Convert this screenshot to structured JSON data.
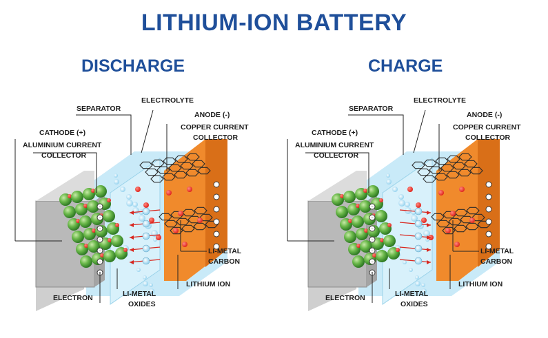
{
  "title": "LITHIUM-ION BATTERY",
  "panels": [
    {
      "heading": "DISCHARGE",
      "labels": {
        "separator": "SEPARATOR",
        "electrolyte": "ELECTROLYTE",
        "anode": "ANODE (-)",
        "copper_collector_1": "COPPER CURRENT",
        "copper_collector_2": "COLLECTOR",
        "cathode": "CATHODE (+)",
        "aluminium_collector_1": "ALUMINIUM CURRENT",
        "aluminium_collector_2": "COLLECTOR",
        "li_metal_carbon_1": "LI-METAL",
        "li_metal_carbon_2": "CARBON",
        "lithium_ion": "LITHIUM ION",
        "electron": "ELECTRON",
        "li_metal_oxides_1": "LI-METAL",
        "li_metal_oxides_2": "OXIDES"
      }
    },
    {
      "heading": "CHARGE",
      "labels": {
        "separator": "SEPARATOR",
        "electrolyte": "ELECTROLYTE",
        "anode": "ANODE (-)",
        "copper_collector_1": "COPPER CURRENT",
        "copper_collector_2": "COLLECTOR",
        "cathode": "CATHODE (+)",
        "aluminium_collector_1": "ALUMINIUM CURRENT",
        "aluminium_collector_2": "COLLECTOR",
        "li_metal_carbon_1": "LI-METAL",
        "li_metal_carbon_2": "CARBON",
        "lithium_ion": "LITHIUM ION",
        "electron": "ELECTRON",
        "li_metal_oxides_1": "LI-METAL",
        "li_metal_oxides_2": "OXIDES"
      }
    }
  ],
  "colors": {
    "title": "#1f4f9a",
    "aluminium_collector": "#b9b9b9",
    "electrolyte": "#bfe6f7",
    "separator": "#d8f1fb",
    "anode_collector": "#f08a2c",
    "oxide_sphere": "#6ab84a",
    "lithium_ion": "#e0241d",
    "carbon_lattice": "#2a2a2a"
  }
}
